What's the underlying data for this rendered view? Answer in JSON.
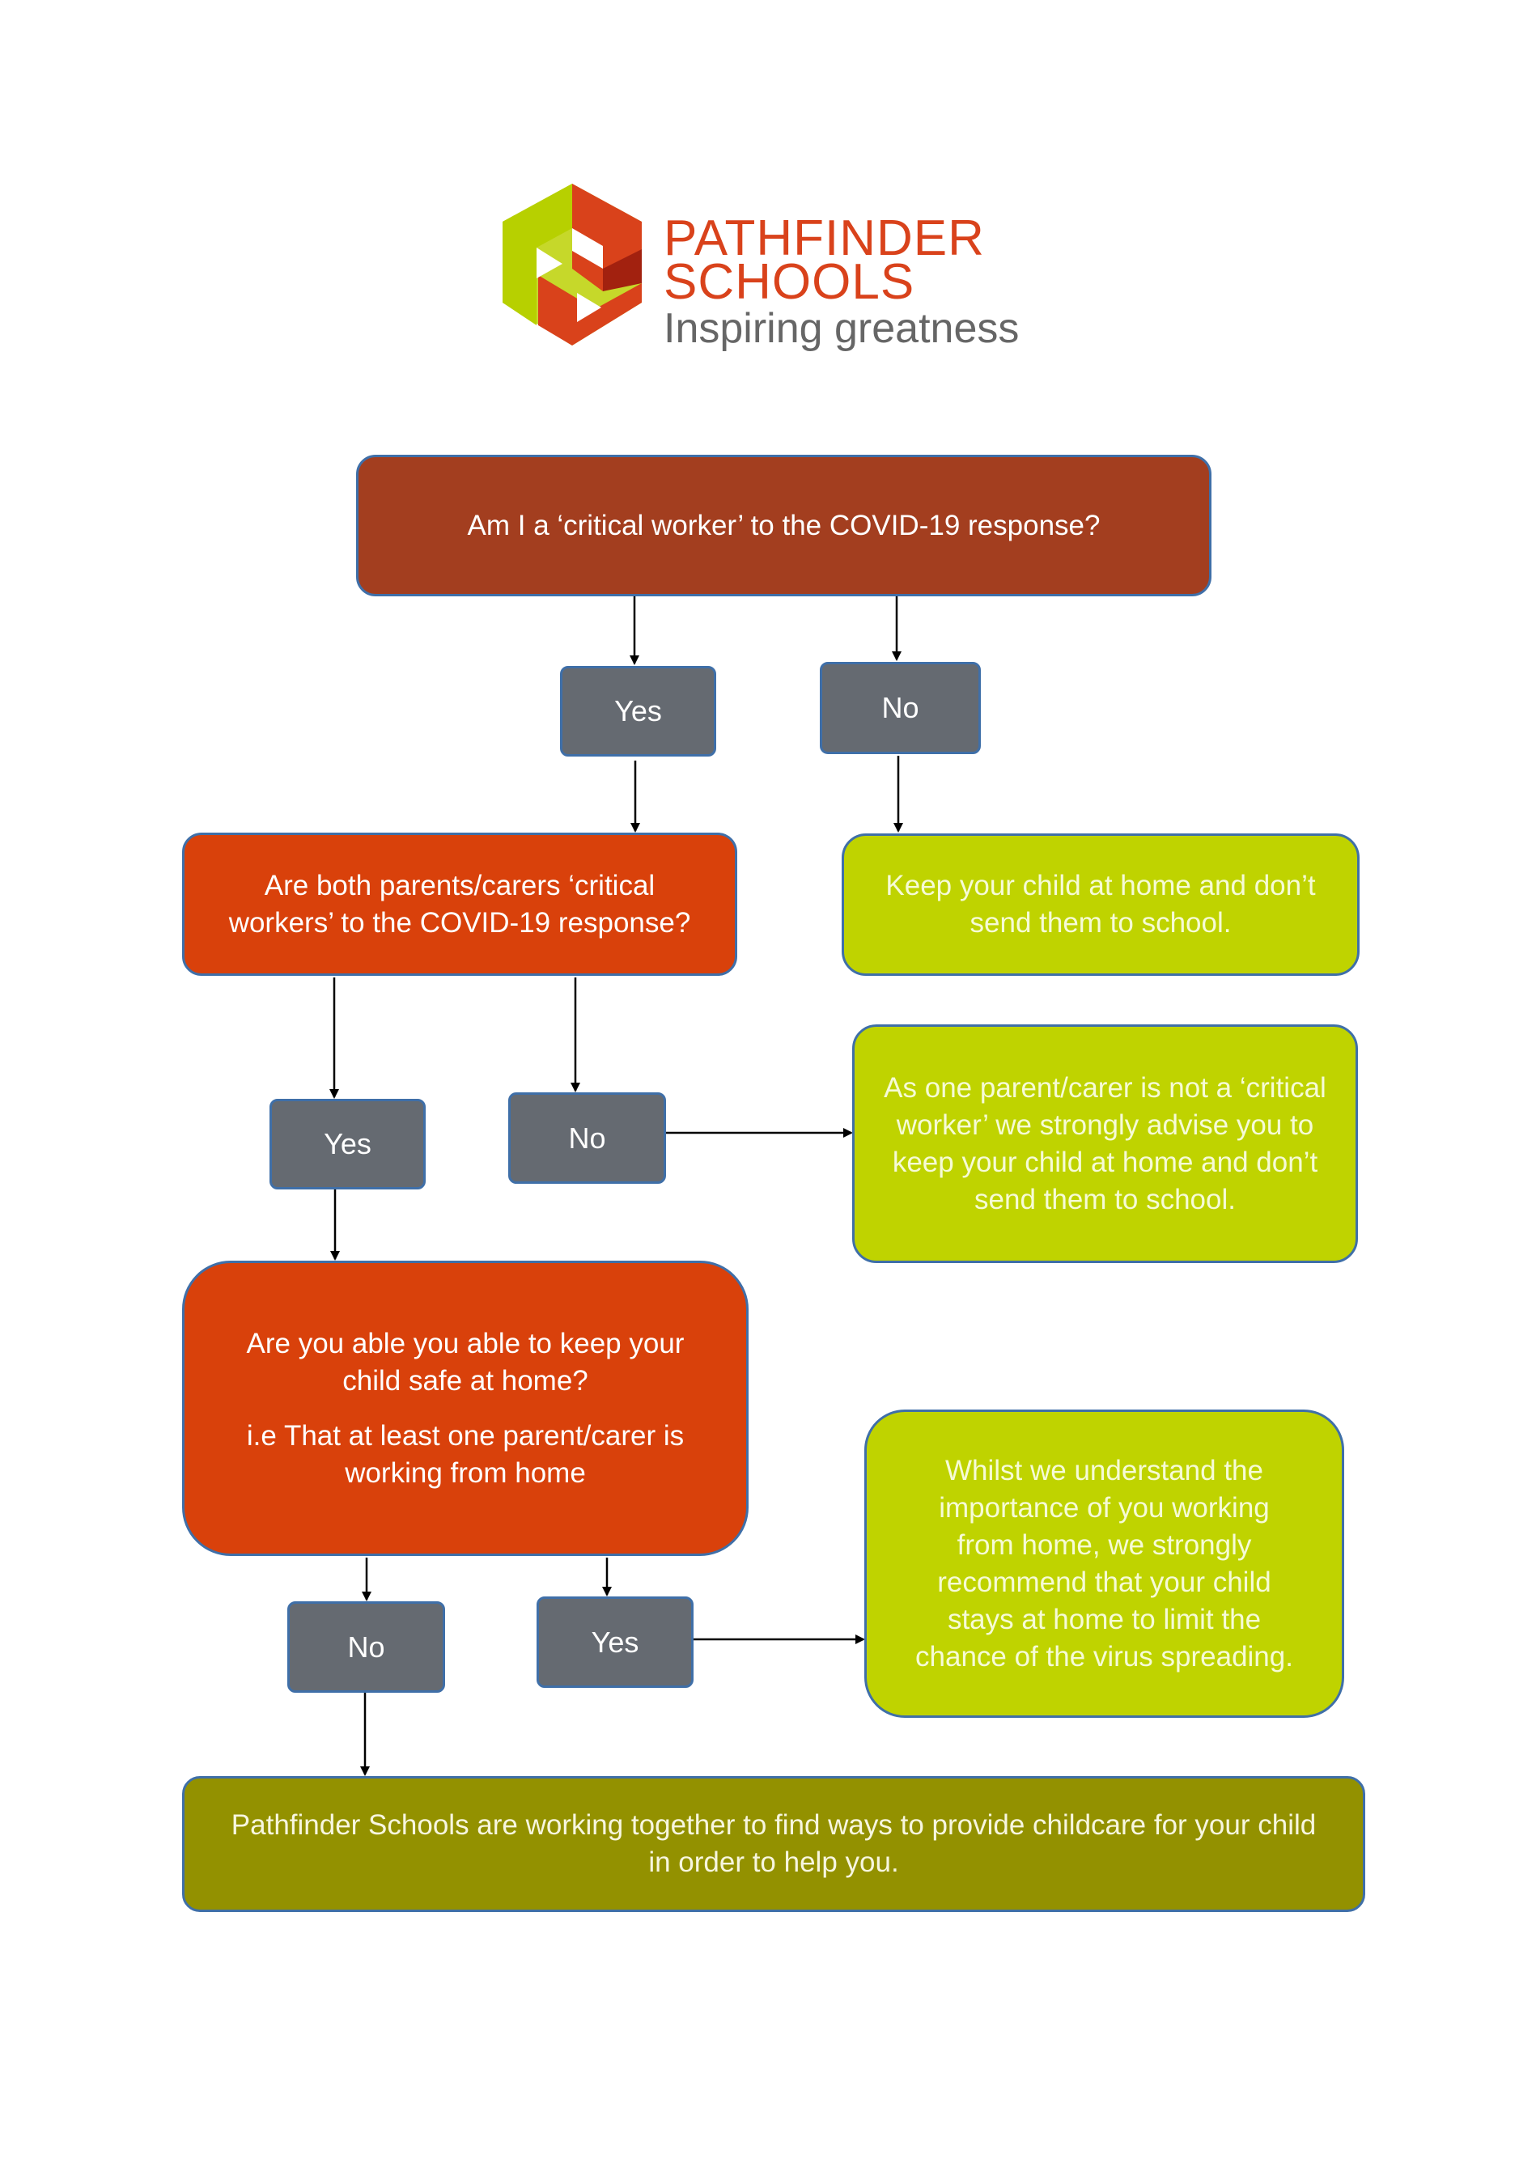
{
  "logo": {
    "name_line1": "PATHFINDER",
    "name_line2": "SCHOOLS",
    "tagline": "Inspiring greatness",
    "colors": {
      "lime": "#b7d000",
      "red": "#d9421b",
      "dark_red": "#a2210f",
      "text_grey": "#666666"
    }
  },
  "flowchart": {
    "q1": "Am I a ‘critical worker’ to the COVID-19 response?",
    "q1_yes": "Yes",
    "q1_no": "No",
    "q1_no_result": "Keep your child at home and don’t send them to school.",
    "q2": "Are both parents/carers ‘critical workers’ to the COVID-19 response?",
    "q2_yes": "Yes",
    "q2_no": "No",
    "q2_no_result": "As one parent/carer is not a ‘critical worker’ we strongly advise you to keep your child at home and don’t send them to school.",
    "q3_line1": "Are you able you able to keep your child safe at home?",
    "q3_line2": "i.e That at least one parent/carer is working from home",
    "q3_no": "No",
    "q3_yes": "Yes",
    "q3_yes_result": "Whilst we understand the importance of you working from home, we strongly recommend that your child stays at home to limit the chance of the virus spreading.",
    "final": "Pathfinder Schools are working together to find ways to provide childcare for your child in order to help you."
  },
  "colors": {
    "question_top": "#a33e1f",
    "question": "#d9410b",
    "answer": "#656a71",
    "result": "#bfd300",
    "final": "#939100",
    "border": "#3f6fa8",
    "arrow": "#000000"
  }
}
